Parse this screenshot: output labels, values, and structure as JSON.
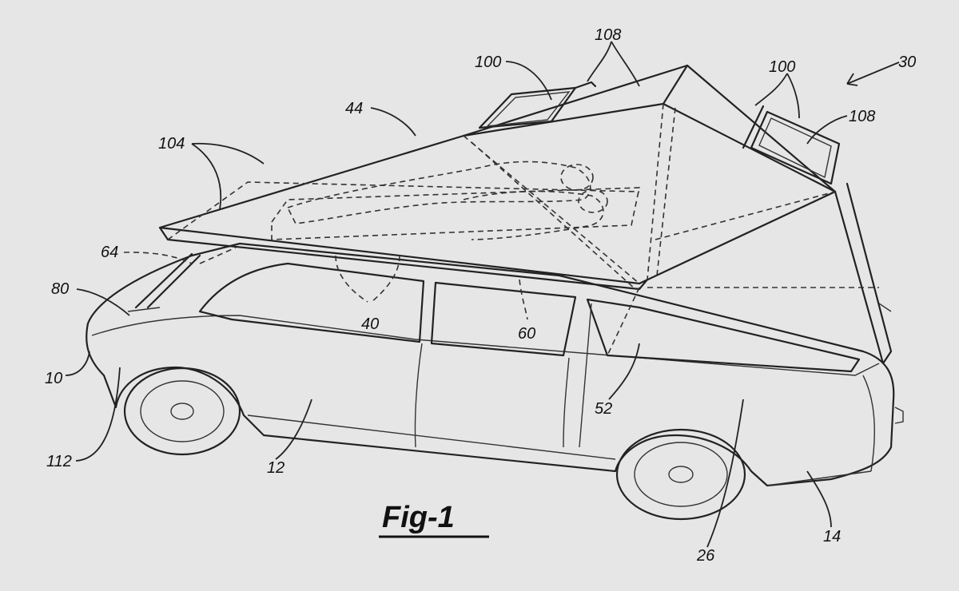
{
  "figure": {
    "caption": "Fig-1",
    "reference_numerals": [
      "100",
      "108",
      "100",
      "30",
      "44",
      "108",
      "104",
      "64",
      "80",
      "40",
      "60",
      "52",
      "10",
      "112",
      "12",
      "26",
      "14"
    ]
  },
  "colors": {
    "background": "#e6e6e6",
    "line": "#222222"
  }
}
